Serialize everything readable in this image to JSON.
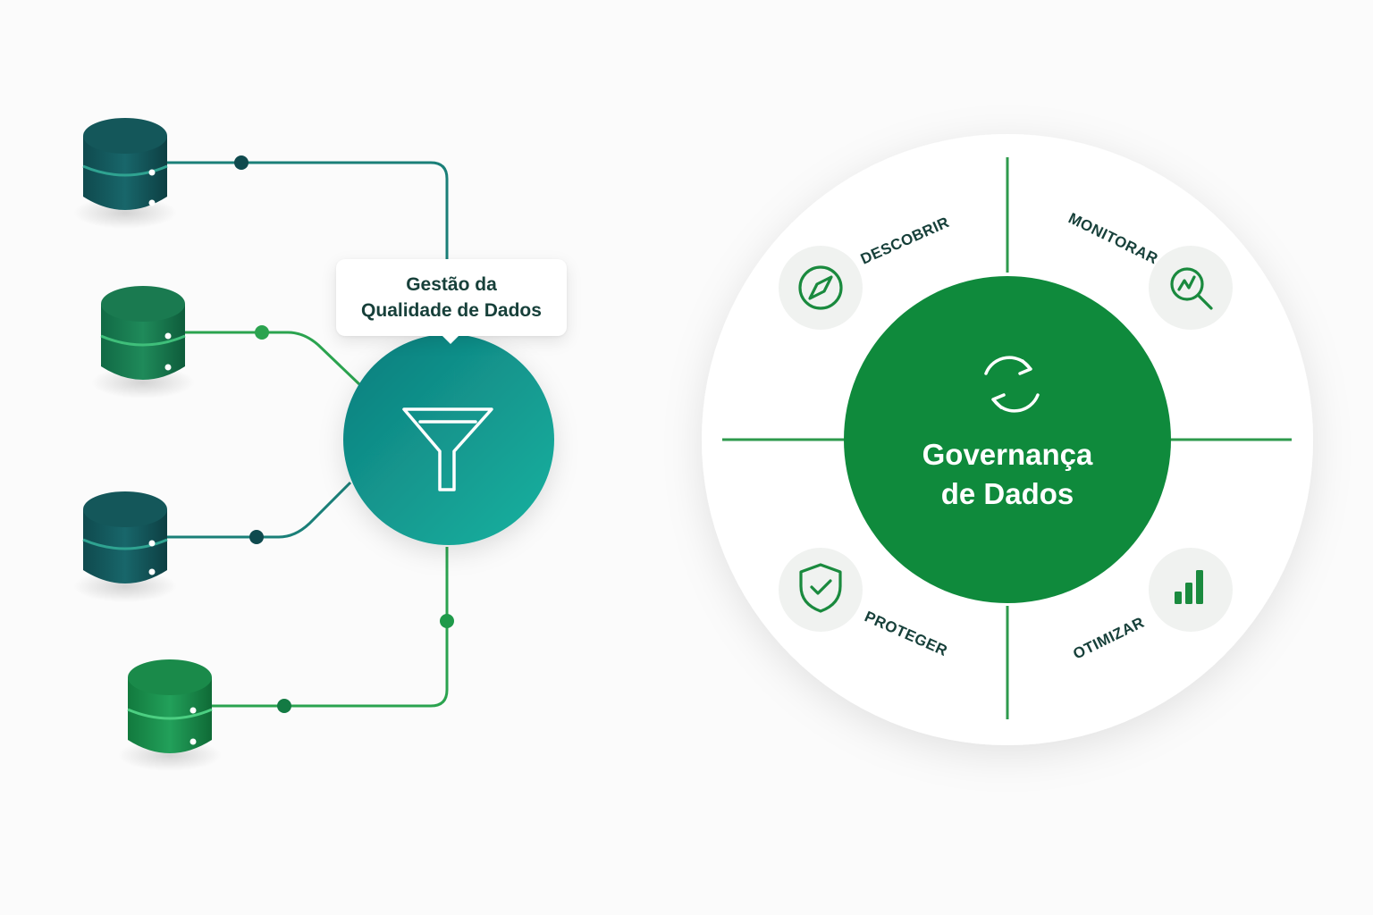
{
  "quality": {
    "title_line1": "Gestão da",
    "title_line2": "Qualidade de Dados"
  },
  "governance": {
    "title_line1": "Governança",
    "title_line2": "de Dados"
  },
  "quadrants": {
    "descobrir": {
      "label": "DESCOBRIR",
      "icon": "compass-icon"
    },
    "monitorar": {
      "label": "MONITORAR",
      "icon": "magnifier-chart-icon"
    },
    "proteger": {
      "label": "PROTEGER",
      "icon": "shield-check-icon"
    },
    "otimizar": {
      "label": "OTIMIZAR",
      "icon": "bar-chart-icon"
    }
  },
  "colors": {
    "teal": "#14908a",
    "green": "#0f8a3c",
    "dark_teal": "#0f4a4e",
    "label_dark": "#17403a"
  }
}
